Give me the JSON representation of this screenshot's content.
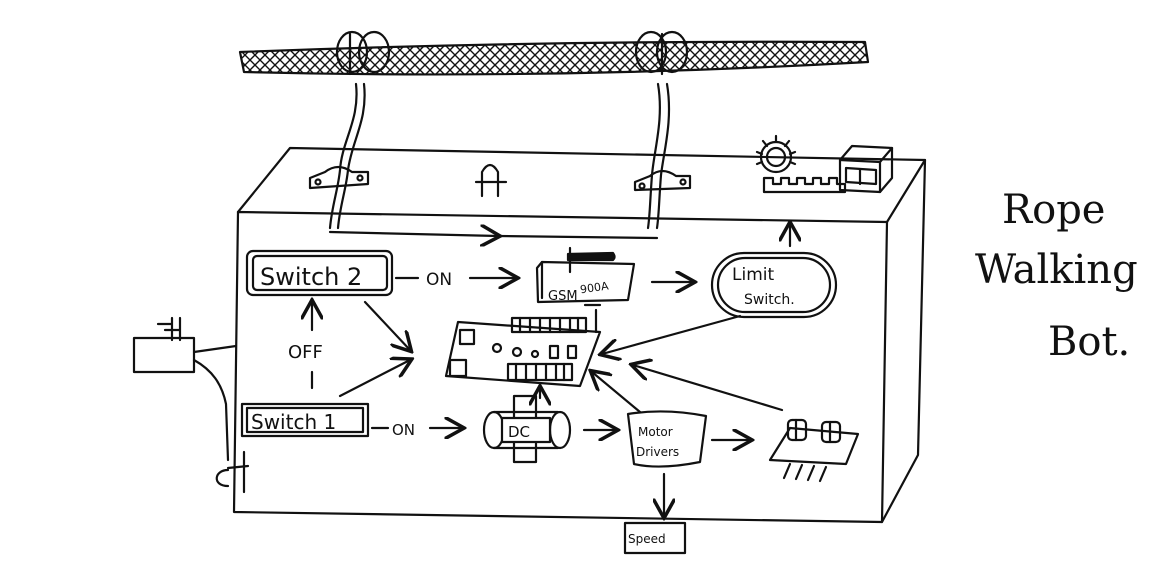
{
  "title": {
    "line1": "Rope",
    "line2": "Walking",
    "line3": "Bot."
  },
  "diagram": {
    "switch2": "Switch 2",
    "switch1": "Switch 1",
    "on_top": "ON",
    "on_bottom": "ON",
    "off": "OFF",
    "gsm_model": "900A",
    "gsm": "GSM",
    "limit_line1": "Limit",
    "limit_line2": "Switch.",
    "dc": "DC",
    "motor_line1": "Motor",
    "motor_line2": "Drivers",
    "speed": "Speed"
  }
}
